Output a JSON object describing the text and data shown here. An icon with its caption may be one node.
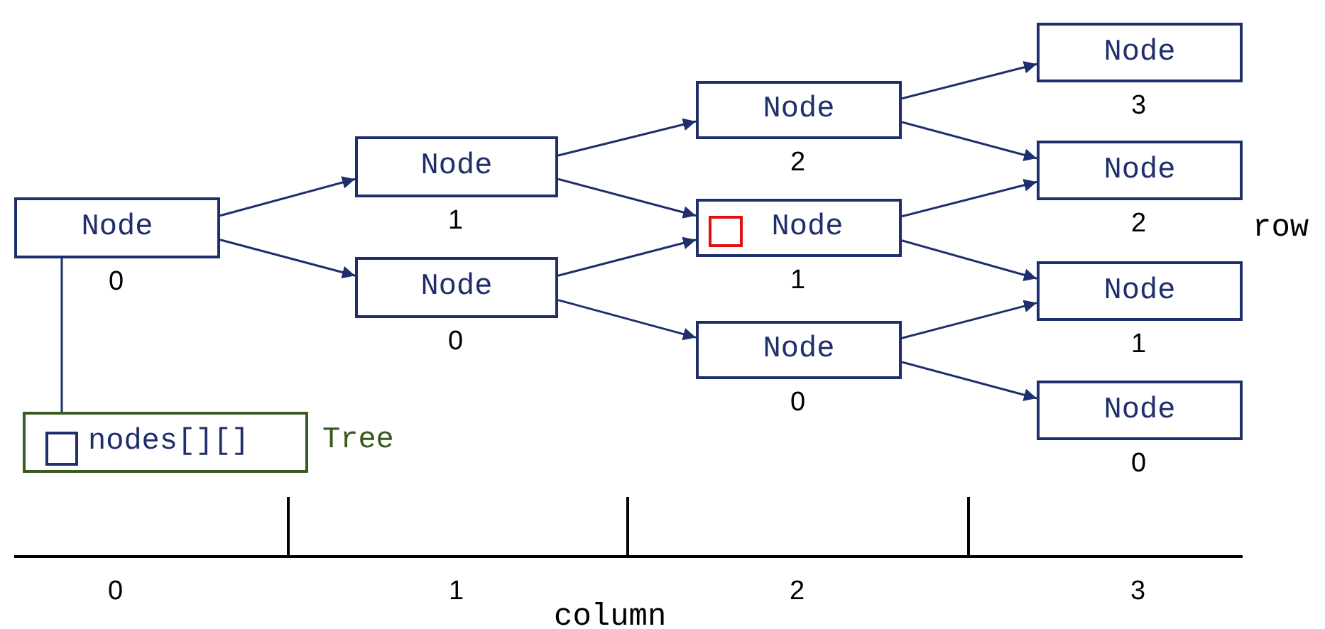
{
  "diagram": {
    "nodes": [
      {
        "text": [
          "Node"
        ],
        "beside": [
          "0"
        ]
      },
      {
        "text": [
          "Node"
        ],
        "beside": [
          "1"
        ]
      },
      {
        "text": [
          "Node"
        ],
        "beside": [
          "0"
        ]
      },
      {
        "text": [
          "Node"
        ],
        "beside": [
          "2"
        ]
      },
      {
        "text": [
          "Node"
        ],
        "beside": [
          "1"
        ]
      },
      {
        "text": [],
        "shape": "box",
        "in": 4
      },
      {
        "text": [
          "Node"
        ],
        "beside": [
          "0"
        ]
      },
      {
        "text": [
          "Node"
        ],
        "beside": [
          "3"
        ]
      },
      {
        "text": [
          "Node"
        ],
        "beside": [
          "2"
        ]
      },
      {
        "text": [
          "Node"
        ],
        "beside": [
          "1"
        ]
      },
      {
        "text": [
          "Node"
        ],
        "beside": [
          "0"
        ]
      },
      {
        "text": [
          "nodes[][]"
        ],
        "beside": [
          "Tree"
        ]
      },
      {
        "text": [],
        "shape": "box",
        "in": 11
      }
    ],
    "edges": [
      {
        "from": 0,
        "to": 1,
        "arrow": "to"
      },
      {
        "from": 0,
        "to": 2,
        "arrow": "to"
      },
      {
        "from": 1,
        "to": 3,
        "arrow": "to"
      },
      {
        "from": 1,
        "to": 4,
        "arrow": "to"
      },
      {
        "from": 2,
        "to": 4,
        "arrow": "to"
      },
      {
        "from": 2,
        "to": 6,
        "arrow": "to"
      },
      {
        "from": 3,
        "to": 7,
        "arrow": "to"
      },
      {
        "from": 3,
        "to": 8,
        "arrow": "to"
      },
      {
        "from": 4,
        "to": 8,
        "arrow": "to"
      },
      {
        "from": 4,
        "to": 9,
        "arrow": "to"
      },
      {
        "from": 6,
        "to": 9,
        "arrow": "to"
      },
      {
        "from": 6,
        "to": 10,
        "arrow": "to"
      },
      {
        "from": 0,
        "to": 12,
        "arrow": "none"
      }
    ],
    "labels": [
      "row",
      "0",
      "1",
      "2",
      "3",
      "column"
    ]
  }
}
